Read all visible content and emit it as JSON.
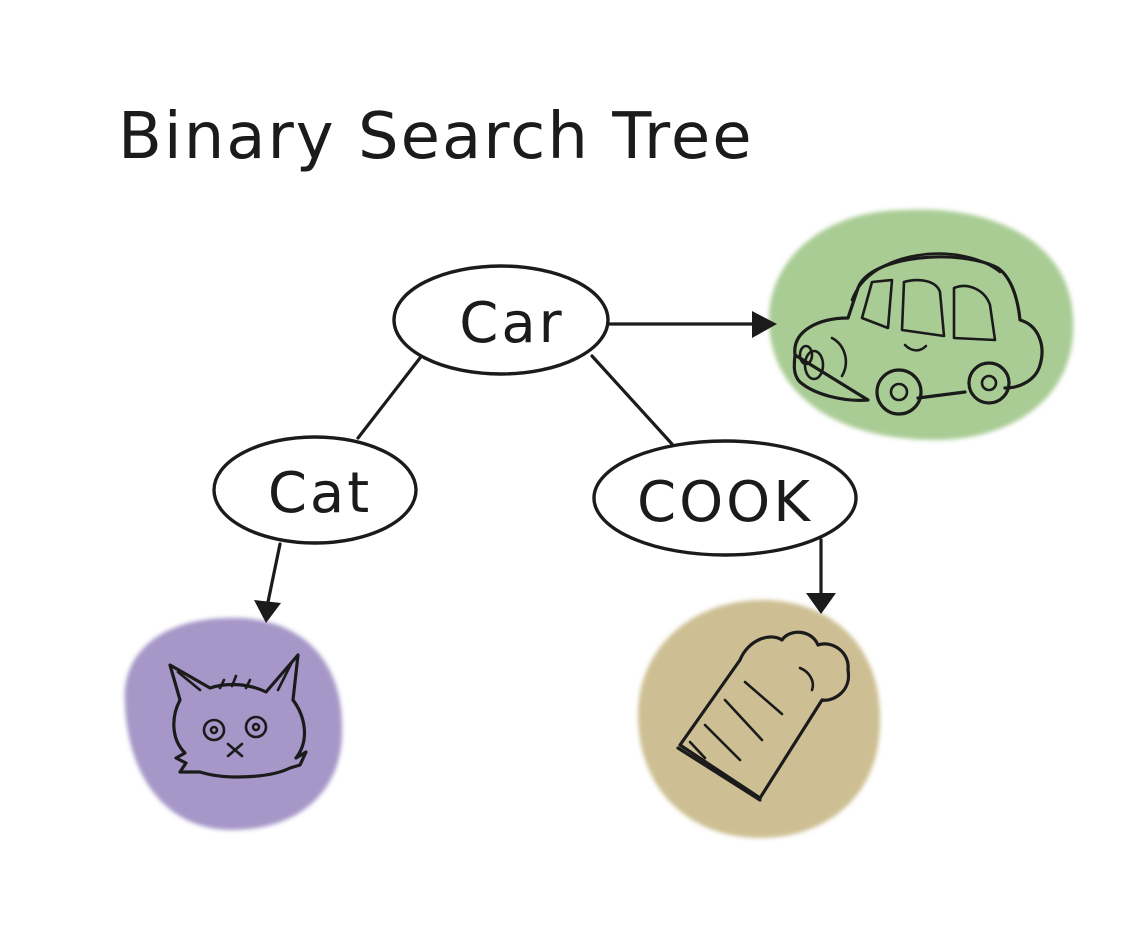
{
  "title": "Binary Search Tree",
  "colors": {
    "ink": "#1b1b1b",
    "car_blob": "#a9cc94",
    "cat_blob": "#a697c8",
    "cook_blob": "#cdbf93"
  },
  "nodes": {
    "root": {
      "label": "Car"
    },
    "left": {
      "label": "Cat"
    },
    "right": {
      "label": "COOK"
    }
  },
  "icons": {
    "root": "car-icon",
    "left": "cat-face-icon",
    "right": "chef-hat-icon"
  }
}
